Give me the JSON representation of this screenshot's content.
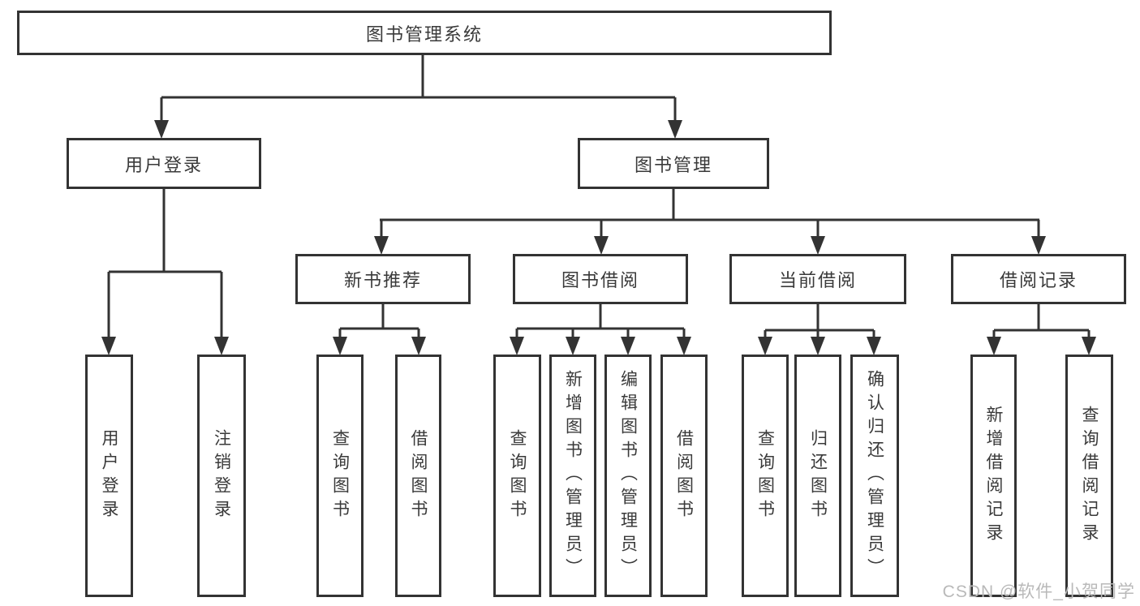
{
  "tree": {
    "root": {
      "label": "图书管理系统"
    },
    "level2": [
      {
        "label": "用户登录",
        "leaves": [
          {
            "label": "用户登录"
          },
          {
            "label": "注销登录"
          }
        ]
      },
      {
        "label": "图书管理",
        "sections": [
          {
            "label": "新书推荐",
            "leaves": [
              {
                "label": "查询图书"
              },
              {
                "label": "借阅图书"
              }
            ]
          },
          {
            "label": "图书借阅",
            "leaves": [
              {
                "label": "查询图书"
              },
              {
                "label": "新增图书（管理员）"
              },
              {
                "label": "编辑图书（管理员）"
              },
              {
                "label": "借阅图书"
              }
            ]
          },
          {
            "label": "当前借阅",
            "leaves": [
              {
                "label": "查询图书"
              },
              {
                "label": "归还图书"
              },
              {
                "label": "确认归还（管理员）"
              }
            ]
          },
          {
            "label": "借阅记录",
            "leaves": [
              {
                "label": "新增借阅记录"
              },
              {
                "label": "查询借阅记录"
              }
            ]
          }
        ]
      }
    ]
  },
  "watermark": {
    "text": "CSDN @软件_小贺同学"
  },
  "colors": {
    "line": "#333333",
    "text": "#3a3a3a",
    "watermark": "#b9b9b9",
    "background": "#ffffff"
  }
}
